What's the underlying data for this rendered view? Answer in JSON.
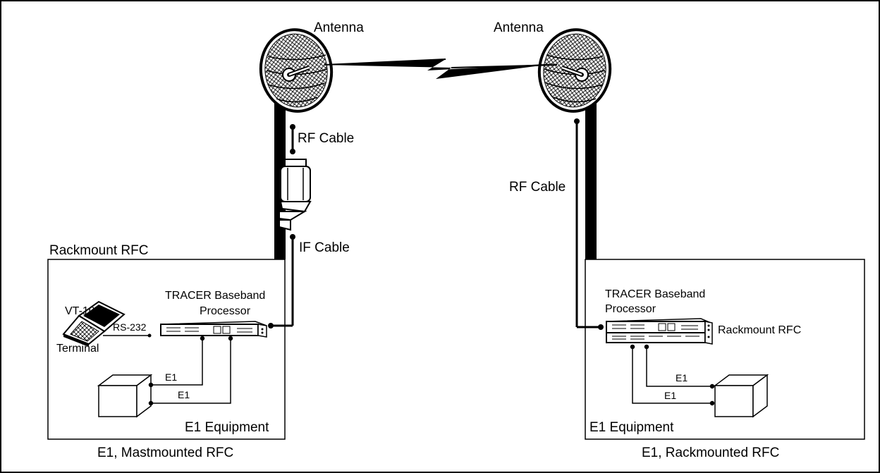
{
  "labels": {
    "antenna_left": "Antenna",
    "antenna_right": "Antenna",
    "rf_cable_left": "RF Cable",
    "rf_cable_right": "RF Cable",
    "if_cable": "IF Cable",
    "rackmount_rfc_title": "Rackmount RFC",
    "vt100": "VT-100",
    "rs232": "RS-232",
    "terminal": "Terminal",
    "tracer_left_line1": "TRACER Baseband",
    "tracer_left_line2": "Processor",
    "tracer_right_line1": "TRACER Baseband",
    "tracer_right_line2": "Processor",
    "rackmount_rfc_right": "Rackmount RFC",
    "e1_a": "E1",
    "e1_b": "E1",
    "e1_c": "E1",
    "e1_d": "E1",
    "e1_equipment_left": "E1 Equipment",
    "e1_equipment_right": "E1 Equipment",
    "caption_left": "E1, Mastmounted RFC",
    "caption_right": "E1, Rackmounted RFC"
  }
}
